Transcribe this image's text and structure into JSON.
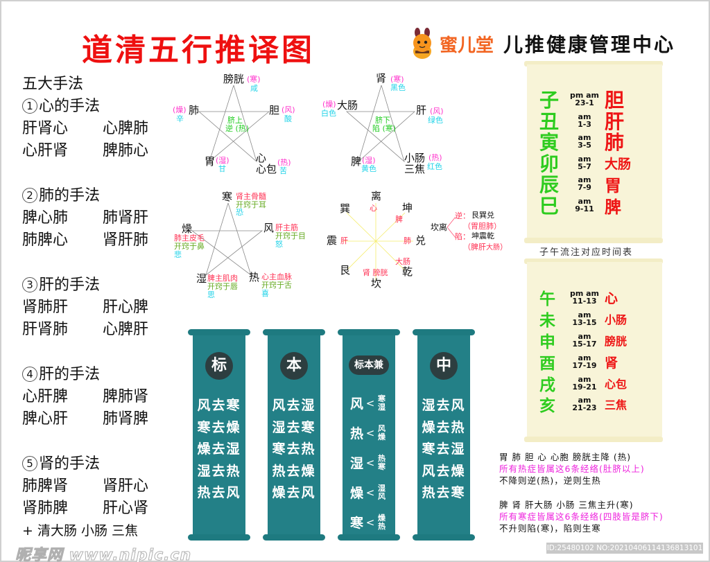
{
  "title": "道清五行推译图",
  "brand": {
    "name": "蜜儿堂",
    "subtitle": "儿推健康管理中心",
    "logo_icon": "bee-mascot-icon"
  },
  "techniques": {
    "heading": "五大手法",
    "sections": [
      {
        "num": "1",
        "title": "心的手法",
        "rows": [
          [
            "肝肾心",
            "心脾肺"
          ],
          [
            "心肝肾",
            "脾肺心"
          ]
        ]
      },
      {
        "num": "2",
        "title": "肺的手法",
        "rows": [
          [
            "脾心肺",
            "肺肾肝"
          ],
          [
            "肺脾心",
            "肾肝肺"
          ]
        ]
      },
      {
        "num": "3",
        "title": "肝的手法",
        "rows": [
          [
            "肾肺肝",
            "肝心脾"
          ],
          [
            "肝肾肺",
            "心脾肝"
          ]
        ]
      },
      {
        "num": "4",
        "title": "肝的手法",
        "rows": [
          [
            "心肝脾",
            "脾肺肾"
          ],
          [
            "脾心肝",
            "肺肾脾"
          ]
        ]
      },
      {
        "num": "5",
        "title": "肾的手法",
        "rows": [
          [
            "肺脾肾",
            "肾肝心"
          ],
          [
            "肾肺脾",
            "肝心肾"
          ]
        ]
      }
    ],
    "extra": "+ 清大肠  小肠  三焦"
  },
  "star1": {
    "top": {
      "name": "膀胱",
      "qi": "(寒)",
      "taste": "咸"
    },
    "left": {
      "name": "肺",
      "qi": "(燥)",
      "taste": "辛"
    },
    "right": {
      "name": "胆",
      "qi": "(风)",
      "taste": "酸"
    },
    "bottom_left": {
      "name": "胃",
      "qi": "(湿)",
      "taste": "甘"
    },
    "bottom_right": {
      "name1": "心",
      "name2": "心包",
      "qi": "(热)",
      "taste": "苦"
    },
    "center": [
      "脐上",
      "逆 (热)"
    ]
  },
  "star2": {
    "top": {
      "name": "肾",
      "qi": "(寒)",
      "color": "黑色"
    },
    "left": {
      "name": "大肠",
      "qi": "(燥)",
      "color": "白色"
    },
    "right": {
      "name": "肝",
      "qi": "(风)",
      "color": "绿色"
    },
    "bottom_left": {
      "name": "脾",
      "qi": "(湿)",
      "color": "黄色"
    },
    "bottom_right": {
      "name1": "小肠",
      "name2": "三焦",
      "qi": "(热)",
      "color": "红色"
    },
    "center": [
      "脐下",
      "陷 (寒)"
    ]
  },
  "star3": {
    "top": {
      "name": "寒",
      "lines": [
        "肾主骨髓",
        "开窍于耳",
        "恐"
      ]
    },
    "left": {
      "name": "燥",
      "lines": [
        "肺主皮毛",
        "开窍于鼻",
        "悲"
      ]
    },
    "right": {
      "name": "风",
      "lines": [
        "肝主筋",
        "开窍于目",
        "怒"
      ]
    },
    "bottom_left": {
      "name": "湿",
      "lines": [
        "脾主肌肉",
        "开窍于唇",
        "思"
      ]
    },
    "bottom_right": {
      "name": "热",
      "lines": [
        "心主血脉",
        "开窍于舌",
        "喜"
      ]
    }
  },
  "bagua": {
    "li": "离",
    "kun": "坤",
    "dui": "兑",
    "qian": "乾",
    "kan": "坎",
    "gen": "艮",
    "zhen": "震",
    "xun": "巽",
    "organs": {
      "li": "心",
      "kun": "脾",
      "dui": "肺",
      "qian": "大肠",
      "kan": "肾  膀胱",
      "zhen": "肝"
    },
    "side": {
      "label": "坎离",
      "ni_label": "逆：",
      "ni_value": "艮巽兑",
      "ni_organs": "（胃胆肺）",
      "xian_label": "陷：",
      "xian_value": "坤震乾",
      "xian_organs": "（脾肝",
      "xian_small": "大肠",
      "xian_close": "）"
    }
  },
  "scrolls": [
    {
      "badge": "标",
      "lines": [
        "风去寒",
        "寒去燥",
        "燥去湿",
        "湿去热",
        "热去风"
      ]
    },
    {
      "badge": "本",
      "lines": [
        "风去湿",
        "湿去寒",
        "寒去热",
        "热去燥",
        "燥去风"
      ]
    },
    {
      "badge": "标本兼",
      "mix": [
        {
          "main": "风",
          "a": "寒",
          "b": "湿"
        },
        {
          "main": "热",
          "a": "风",
          "b": "燥"
        },
        {
          "main": "湿",
          "a": "热",
          "b": "寒"
        },
        {
          "main": "燥",
          "a": "湿",
          "b": "风"
        },
        {
          "main": "寒",
          "a": "燥",
          "b": "热"
        }
      ],
      "lt": "<"
    },
    {
      "badge": "中",
      "lines": [
        "湿去风",
        "燥去热",
        "寒去湿",
        "风去燥",
        "热去寒"
      ]
    }
  ],
  "ziwu": {
    "caption": "子午流注对应时间表",
    "upper": [
      {
        "branch": "子",
        "period": "pm am",
        "hours": "23-1",
        "organ": "胆"
      },
      {
        "branch": "丑",
        "period": "am",
        "hours": "1-3",
        "organ": "肝"
      },
      {
        "branch": "寅",
        "period": "am",
        "hours": "3-5",
        "organ": "肺"
      },
      {
        "branch": "卯",
        "period": "am",
        "hours": "5-7",
        "organ": "大肠"
      },
      {
        "branch": "辰",
        "period": "am",
        "hours": "7-9",
        "organ": "胃"
      },
      {
        "branch": "巳",
        "period": "am",
        "hours": "9-11",
        "organ": "脾"
      }
    ],
    "lower": [
      {
        "branch": "午",
        "period": "pm am",
        "hours": "11-13",
        "organ": "心"
      },
      {
        "branch": "未",
        "period": "am",
        "hours": "13-15",
        "organ": "小肠"
      },
      {
        "branch": "申",
        "period": "am",
        "hours": "15-17",
        "organ": "膀胱"
      },
      {
        "branch": "酉",
        "period": "am",
        "hours": "17-19",
        "organ": "肾"
      },
      {
        "branch": "戌",
        "period": "am",
        "hours": "19-21",
        "organ": "心包"
      },
      {
        "branch": "亥",
        "period": "am",
        "hours": "21-23",
        "organ": "三焦"
      }
    ]
  },
  "notes": {
    "line1": "胃  肺  胆  心  心胞  膀胱主降 (热)",
    "line2": "所有热症皆属这6条经络(肚脐以上)",
    "line3": "不降则逆(热)，逆则生热",
    "line4": "脾  肾  肝大肠  小肠  三焦主升(寒)",
    "line5": "所有寒症皆属这6条经络(四肢皆是脐下)",
    "line6": "不升则陷(寒)，陷则生寒"
  },
  "watermark": {
    "left": "昵享网 www.nipic.cn",
    "right": "ID:25480102 NO:20210406114136813101"
  }
}
